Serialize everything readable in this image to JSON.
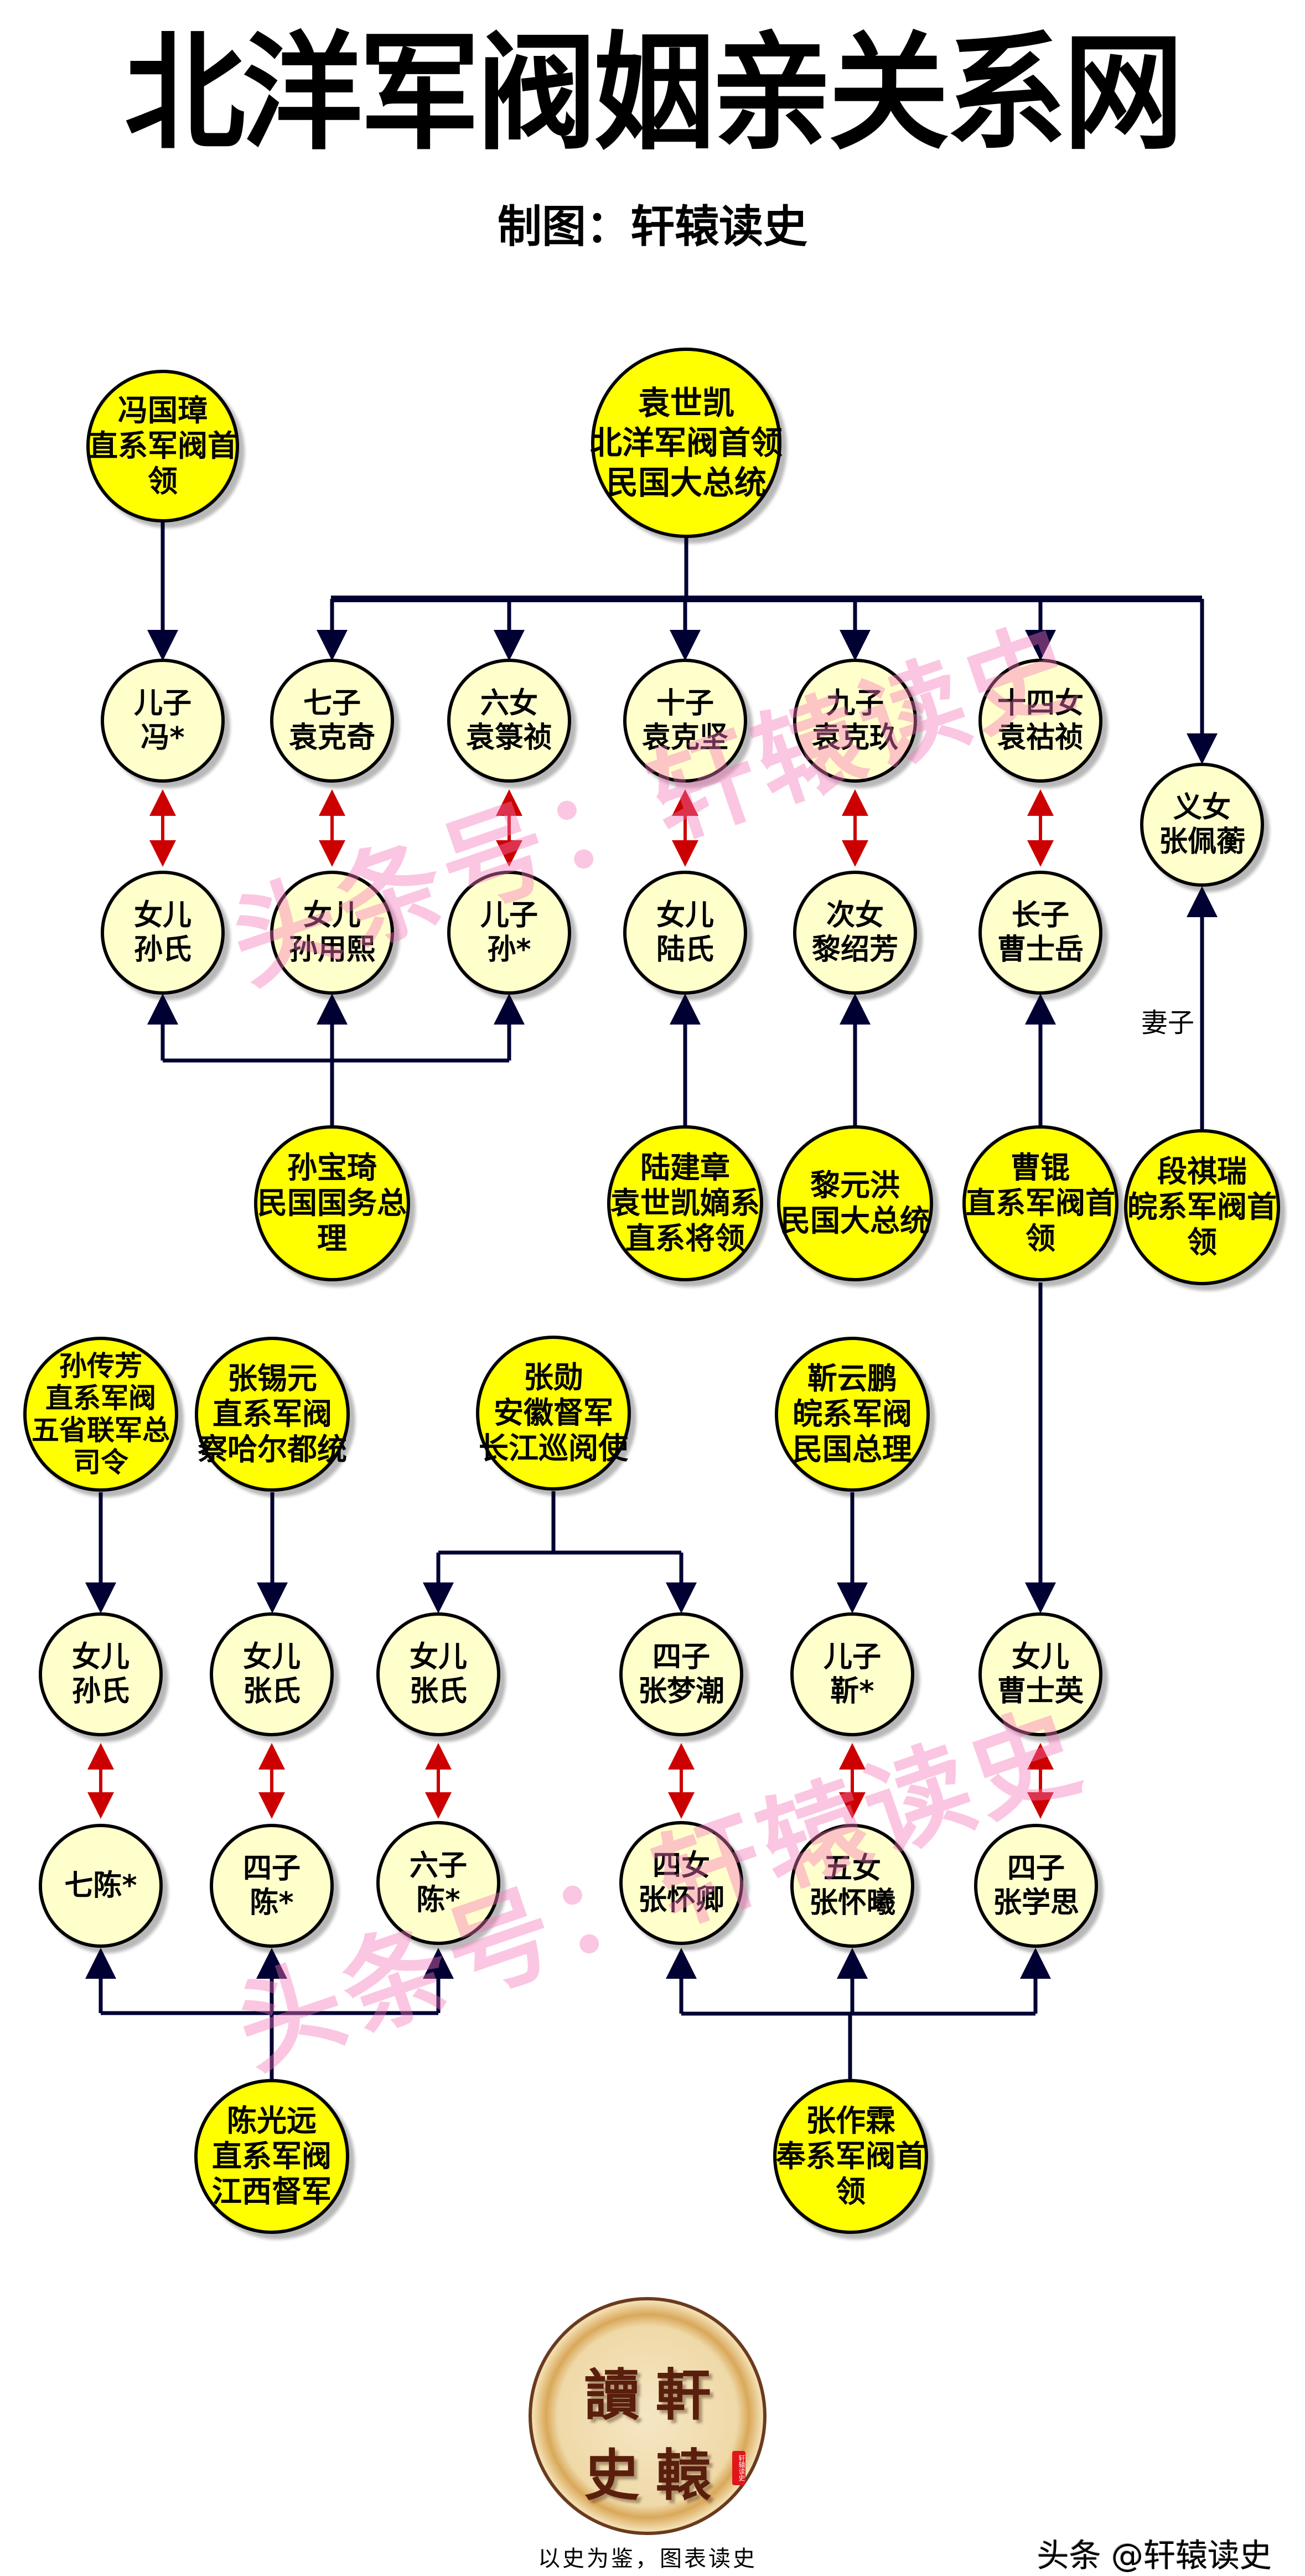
{
  "header": {
    "title": "北洋军阀姻亲关系网",
    "subtitle": "制图：轩辕读史"
  },
  "colors": {
    "parent_fill": "#FFFF00",
    "child_fill": "#FFFFCC",
    "lineage_line": "#000033",
    "marriage_arrow": "#CC0000",
    "watermark": "#F578B9"
  },
  "nodes": {
    "feng_guozhang": {
      "lines": [
        "冯国璋",
        "直系军阀首",
        "领"
      ]
    },
    "yuan_shikai": {
      "lines": [
        "袁世凯",
        "北洋军阀首领",
        "民国大总统"
      ]
    },
    "feng_son": {
      "lines": [
        "儿子",
        "冯*"
      ]
    },
    "yuan_keqi": {
      "lines": [
        "七子",
        "袁克奇"
      ]
    },
    "yuan_luzhen": {
      "lines": [
        "六女",
        "袁箓祯"
      ]
    },
    "yuan_kejian": {
      "lines": [
        "十子",
        "袁克坚"
      ]
    },
    "yuan_kejiu": {
      "lines": [
        "九子",
        "袁克玖"
      ]
    },
    "yuan_huzhen": {
      "lines": [
        "十四女",
        "袁祜祯"
      ]
    },
    "zhang_peiheng": {
      "lines": [
        "义女",
        "张佩蘅"
      ]
    },
    "sun_daughter_1": {
      "lines": [
        "女儿",
        "孙氏"
      ]
    },
    "sun_yongxi": {
      "lines": [
        "女儿",
        "孙用熙"
      ]
    },
    "sun_son": {
      "lines": [
        "儿子",
        "孙*"
      ]
    },
    "lu_daughter": {
      "lines": [
        "女儿",
        "陆氏"
      ]
    },
    "li_shaofang": {
      "lines": [
        "次女",
        "黎绍芳"
      ]
    },
    "cao_shiyue": {
      "lines": [
        "长子",
        "曹士岳"
      ]
    },
    "sun_baoqi": {
      "lines": [
        "孙宝琦",
        "民国国务总",
        "理"
      ]
    },
    "lu_jianzhang": {
      "lines": [
        "陆建章",
        "袁世凯嫡系",
        "直系将领"
      ]
    },
    "li_yuanhong": {
      "lines": [
        "黎元洪",
        "民国大总统"
      ]
    },
    "cao_kun": {
      "lines": [
        "曹锟",
        "直系军阀首",
        "领"
      ]
    },
    "duan_qirui": {
      "lines": [
        "段祺瑞",
        "皖系军阀首",
        "领"
      ]
    },
    "sun_chuanfang": {
      "lines": [
        "孙传芳",
        "直系军阀",
        "五省联军总",
        "司令"
      ]
    },
    "zhang_xiyuan": {
      "lines": [
        "张锡元",
        "直系军阀",
        "察哈尔都统"
      ]
    },
    "zhang_xun": {
      "lines": [
        "张勋",
        "安徽督军",
        "长江巡阅使"
      ]
    },
    "jin_yunpeng": {
      "lines": [
        "靳云鹏",
        "皖系军阀",
        "民国总理"
      ]
    },
    "sun_daughter_2": {
      "lines": [
        "女儿",
        "孙氏"
      ]
    },
    "zhang_daughter_1": {
      "lines": [
        "女儿",
        "张氏"
      ]
    },
    "zhang_daughter_2": {
      "lines": [
        "女儿",
        "张氏"
      ]
    },
    "zhang_mengchao": {
      "lines": [
        "四子",
        "张梦潮"
      ]
    },
    "jin_son": {
      "lines": [
        "儿子",
        "靳*"
      ]
    },
    "cao_shiying": {
      "lines": [
        "女儿",
        "曹士英"
      ]
    },
    "chen_seventh": {
      "lines": [
        "七陈*"
      ]
    },
    "chen_fourth": {
      "lines": [
        "四子",
        "陈*"
      ]
    },
    "chen_sixth": {
      "lines": [
        "六子",
        "陈*"
      ]
    },
    "zhang_huaiqing": {
      "lines": [
        "四女",
        "张怀卿"
      ]
    },
    "zhang_huaixi": {
      "lines": [
        "五女",
        "张怀曦"
      ]
    },
    "zhang_xuesi": {
      "lines": [
        "四子",
        "张学思"
      ]
    },
    "chen_guangyuan": {
      "lines": [
        "陈光远",
        "直系军阀",
        "江西督军"
      ]
    },
    "zhang_zuolin": {
      "lines": [
        "张作霖",
        "奉系军阀首",
        "领"
      ]
    }
  },
  "edge_labels": {
    "wife": "妻子"
  },
  "watermark": {
    "text": "头条号：轩辕读史"
  },
  "logo": {
    "chars": [
      "讀",
      "軒",
      "史",
      "轅"
    ],
    "seal": "轩辕读史"
  },
  "footer": {
    "slogan": "以史为鉴，图表读史",
    "brand": "头条 @轩辕读史"
  }
}
